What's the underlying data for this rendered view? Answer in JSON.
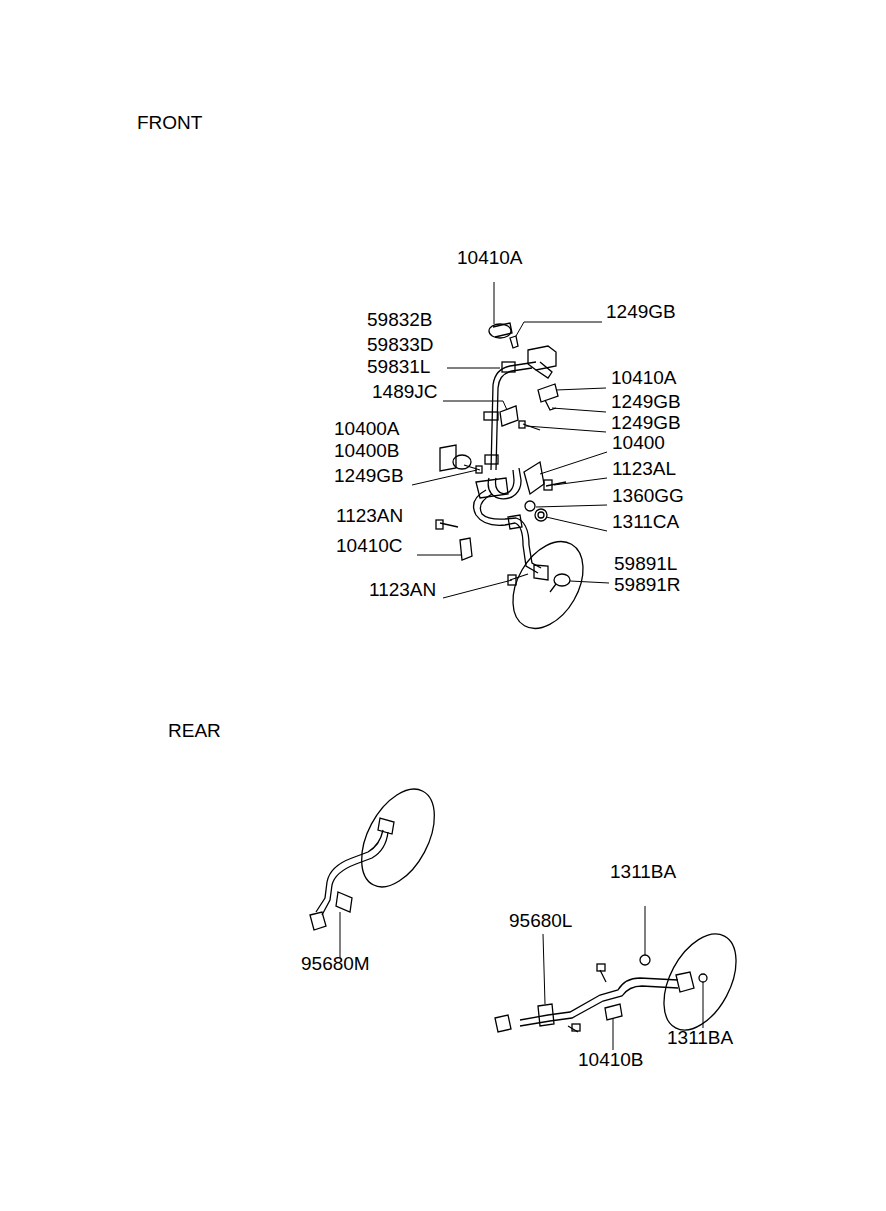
{
  "diagram": {
    "labels": [
      "FRONT",
      "10410A",
      "59832B",
      "1249GB",
      "59833D",
      "59831L",
      "10410A",
      "1489JC",
      "1249GB",
      "1249GB",
      "10400A",
      "10400B",
      "10400",
      "1249GB",
      "1123AL",
      "1360GG",
      "1123AN",
      "1311CA",
      "10410C",
      "59891L",
      "59891R",
      "1123AN",
      "REAR",
      "1311BA",
      "95680L",
      "95680M",
      "10410B",
      "1311BA"
    ]
  }
}
